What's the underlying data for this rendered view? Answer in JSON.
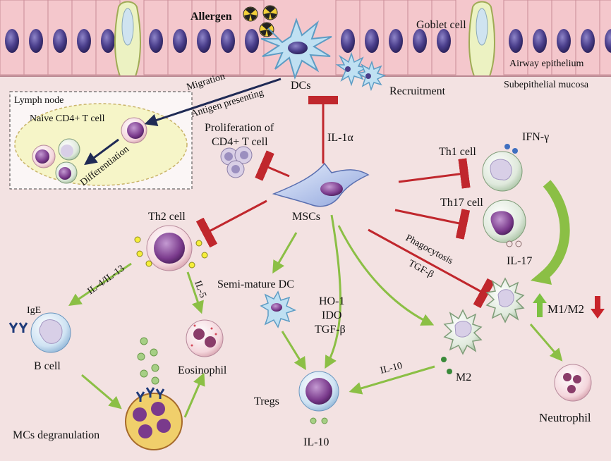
{
  "labels": {
    "allergen": "Allergen",
    "goblet_cell": "Goblet cell",
    "airway_epithelium": "Airway epithelium",
    "subepithelial_mucosa": "Subepithelial  mucosa",
    "dcs": "DCs",
    "recruitment": "Recruitment",
    "migration": "Migration",
    "antigen_presenting": "Antigen presenting",
    "lymph_node": "Lymph node",
    "naive_cd4": "Naive CD4+ T cell",
    "differentiation": "Differentiation",
    "proliferation_line1": "Proliferation of",
    "proliferation_line2": "CD4+ T cell",
    "il1a": "IL-1α",
    "th1": "Th1 cell",
    "ifng": "IFN-γ",
    "th17": "Th17 cell",
    "il17": "IL-17",
    "th2": "Th2 cell",
    "mscs": "MSCs",
    "phagocytosis": "Phagocytosis",
    "tgfb_top": "TGF-β",
    "m1m2": "M1/M2",
    "il4il13": "IL-4/IL-13",
    "il5": "IL-5",
    "semi_mature_dc": "Semi-mature  DC",
    "ho1": "HO-1",
    "ido": "IDO",
    "tgfb_mid": "TGF-β",
    "ige": "IgE",
    "b_cell": "B cell",
    "eosinophil": "Eosinophil",
    "il10_mid": "IL-10",
    "m2": "M2",
    "tregs": "Tregs",
    "il10_bottom": "IL-10",
    "mcs_degranulation": "MCs degranulation",
    "neutrophil": "Neutrophil"
  },
  "colors": {
    "background": "#f3e2e2",
    "epithelium": "#f4c7cc",
    "nucleus": "#4b3f8c",
    "inhibit": "#c0272d",
    "promote": "#8bbf45",
    "arrow_dark": "#1f2a55",
    "up_arrow": "#7dc142",
    "down_arrow": "#c8232a"
  }
}
